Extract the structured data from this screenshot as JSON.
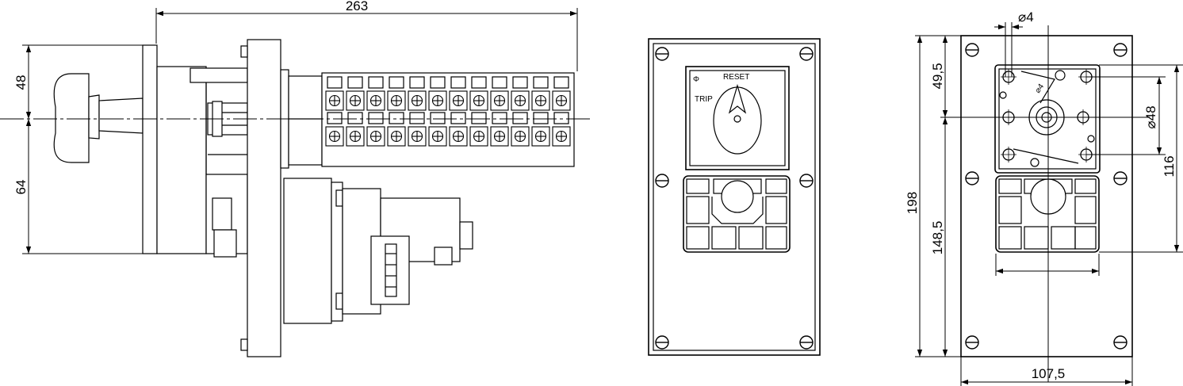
{
  "side_view": {
    "dim_length": "263",
    "dim_upper": "48",
    "dim_lower": "64"
  },
  "front_view": {
    "label_reset": "RESET",
    "label_trip": "TRIP",
    "label_phi": "Φ"
  },
  "cutout_view": {
    "dim_hole": "⌀4",
    "dim_top": "49,5",
    "dim_bore": "⌀48",
    "dim_spacing": "116",
    "dim_height": "198",
    "dim_lower": "148,5",
    "dim_width": "107,5"
  }
}
